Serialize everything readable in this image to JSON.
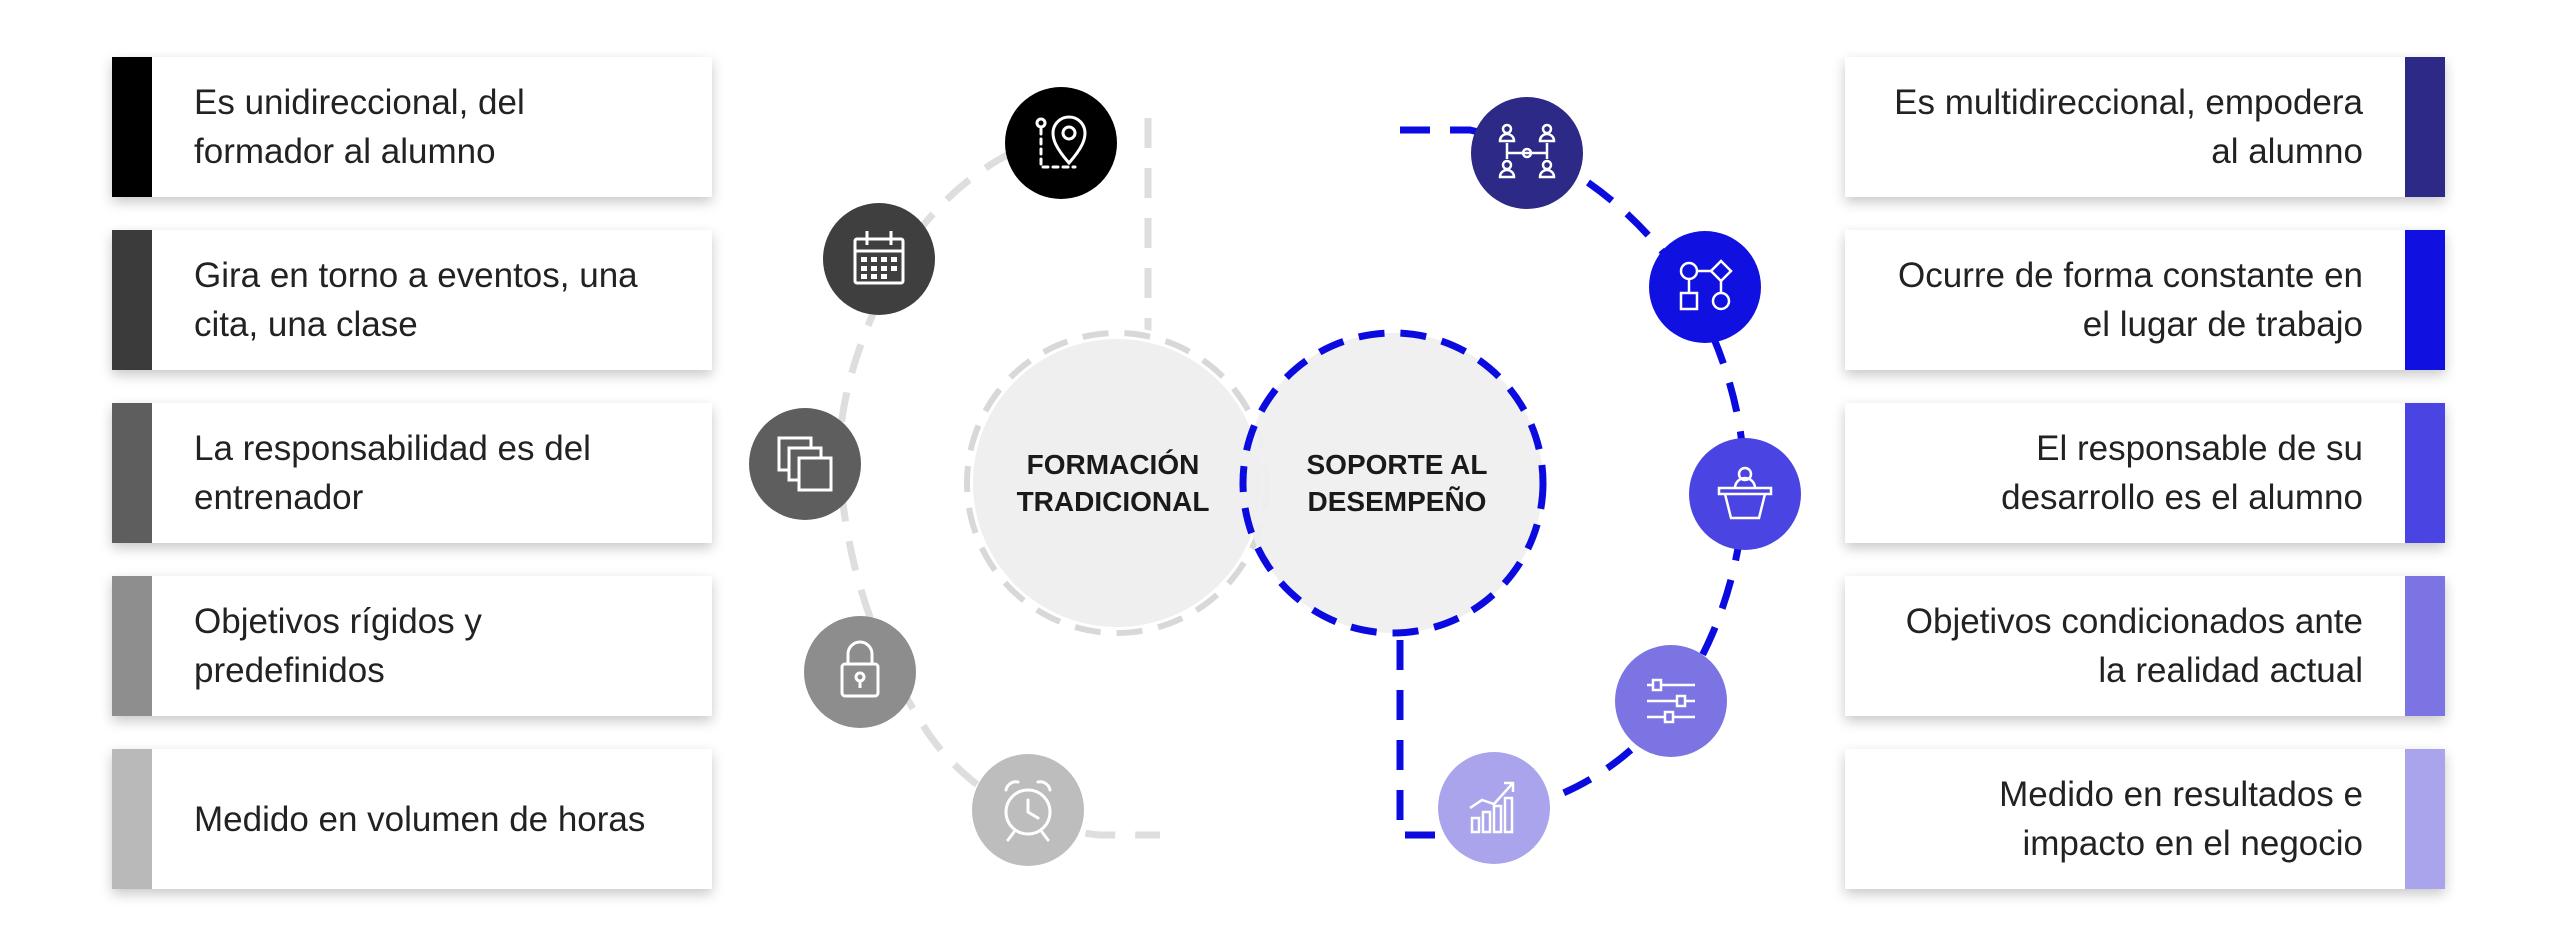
{
  "left_panel": {
    "items": [
      {
        "text": "Es unidireccional, del formador al alumno",
        "color": "#000000"
      },
      {
        "text": "Gira en torno a eventos, una cita, una clase",
        "color": "#3b3b3b"
      },
      {
        "text": "La responsabilidad es del entrenador",
        "color": "#5e5e5e"
      },
      {
        "text": "Objetivos rígidos y predefinidos",
        "color": "#8e8e8e"
      },
      {
        "text": "Medido en volumen de horas",
        "color": "#b9b9b9"
      }
    ]
  },
  "right_panel": {
    "items": [
      {
        "text": "Es multidireccional, empodera al alumno",
        "color": "#2c2a86"
      },
      {
        "text": "Ocurre de forma constante en el lugar de trabajo",
        "color": "#1010e0"
      },
      {
        "text": "El responsable de su desarrollo es el alumno",
        "color": "#4a45e2"
      },
      {
        "text": "Objetivos condicionados ante la realidad actual",
        "color": "#7b74e2"
      },
      {
        "text": "Medido en resultados e impacto en el negocio",
        "color": "#a9a4ec"
      }
    ]
  },
  "venn": {
    "left_label": "FORMACIÓN TRADICIONAL",
    "right_label": "SOPORTE AL DESEMPEÑO",
    "left_color": "#dddddd",
    "right_color": "#0b0be0"
  },
  "icons_left": [
    {
      "name": "map-route-icon",
      "color": "#000000"
    },
    {
      "name": "calendar-icon",
      "color": "#3f3f3f"
    },
    {
      "name": "copy-squares-icon",
      "color": "#5e5e5e"
    },
    {
      "name": "padlock-icon",
      "color": "#8d8d8d"
    },
    {
      "name": "alarm-clock-icon",
      "color": "#bdbdbd"
    }
  ],
  "icons_right": [
    {
      "name": "team-network-icon",
      "color": "#2c2a86"
    },
    {
      "name": "flowchart-icon",
      "color": "#1010e0"
    },
    {
      "name": "presenter-podium-icon",
      "color": "#4a45e2"
    },
    {
      "name": "sliders-icon",
      "color": "#7b74e2"
    },
    {
      "name": "growth-chart-icon",
      "color": "#a9a4ec"
    }
  ]
}
